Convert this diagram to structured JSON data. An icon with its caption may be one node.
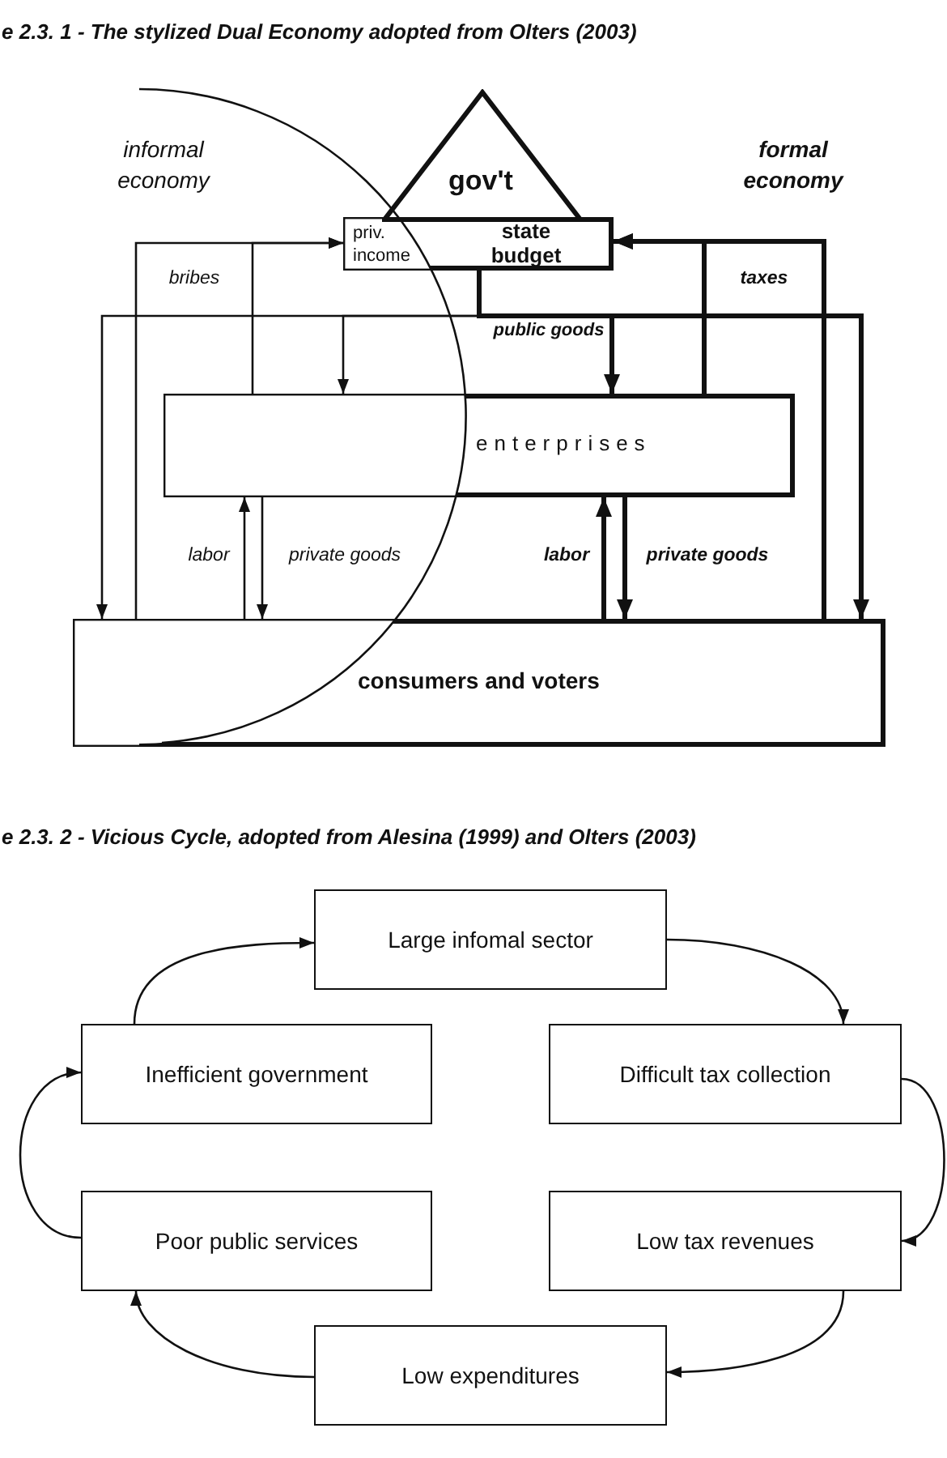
{
  "diagram": {
    "nodes": [
      {
        "text": [
          "gov't"
        ]
      },
      {
        "text": [
          "priv. income",
          "state budget"
        ]
      },
      {
        "text": [
          "enterprises"
        ]
      },
      {
        "text": [
          "consumers and voters"
        ]
      },
      {
        "text": [
          "Large infomal sector"
        ]
      },
      {
        "text": [
          "Inefficient government"
        ]
      },
      {
        "text": [
          "Difficult tax collection"
        ]
      },
      {
        "text": [
          "Poor public services"
        ]
      },
      {
        "text": [
          "Low tax revenues"
        ]
      },
      {
        "text": [
          "Low expenditures"
        ]
      }
    ],
    "edges": [
      {
        "from": 3,
        "to": 1,
        "arrow": "to",
        "label": "bribes"
      },
      {
        "from": 2,
        "to": 1,
        "arrow": "to"
      },
      {
        "from": 3,
        "to": 1,
        "arrow": "to",
        "label": "taxes",
        "style": "thick"
      },
      {
        "from": 2,
        "to": 1,
        "arrow": "to",
        "style": "thick"
      },
      {
        "from": 1,
        "to": 3,
        "arrow": "to"
      },
      {
        "from": 1,
        "to": 2,
        "arrow": "to"
      },
      {
        "from": 1,
        "to": 2,
        "arrow": "to",
        "label": "public goods",
        "style": "thick"
      },
      {
        "from": 1,
        "to": 3,
        "arrow": "to",
        "style": "thick"
      },
      {
        "from": 3,
        "to": 2,
        "arrow": "to",
        "label": "labor"
      },
      {
        "from": 2,
        "to": 3,
        "arrow": "to",
        "label": "private goods"
      },
      {
        "from": 3,
        "to": 2,
        "arrow": "to",
        "label": "labor",
        "style": "thick"
      },
      {
        "from": 2,
        "to": 3,
        "arrow": "to",
        "label": "private goods",
        "style": "thick"
      },
      {
        "from": 4,
        "to": 6,
        "arrow": "to"
      },
      {
        "from": 6,
        "to": 8,
        "arrow": "to"
      },
      {
        "from": 8,
        "to": 9,
        "arrow": "to"
      },
      {
        "from": 9,
        "to": 7,
        "arrow": "to"
      },
      {
        "from": 7,
        "to": 5,
        "arrow": "to"
      },
      {
        "from": 5,
        "to": 4,
        "arrow": "to"
      }
    ],
    "labels": [
      "e 2.3. 1 - The stylized Dual Economy adopted from Olters (2003)",
      "informal economy",
      "formal economy",
      "e 2.3. 2 - Vicious Cycle, adopted from Alesina (1999) and Olters (2003)"
    ]
  }
}
